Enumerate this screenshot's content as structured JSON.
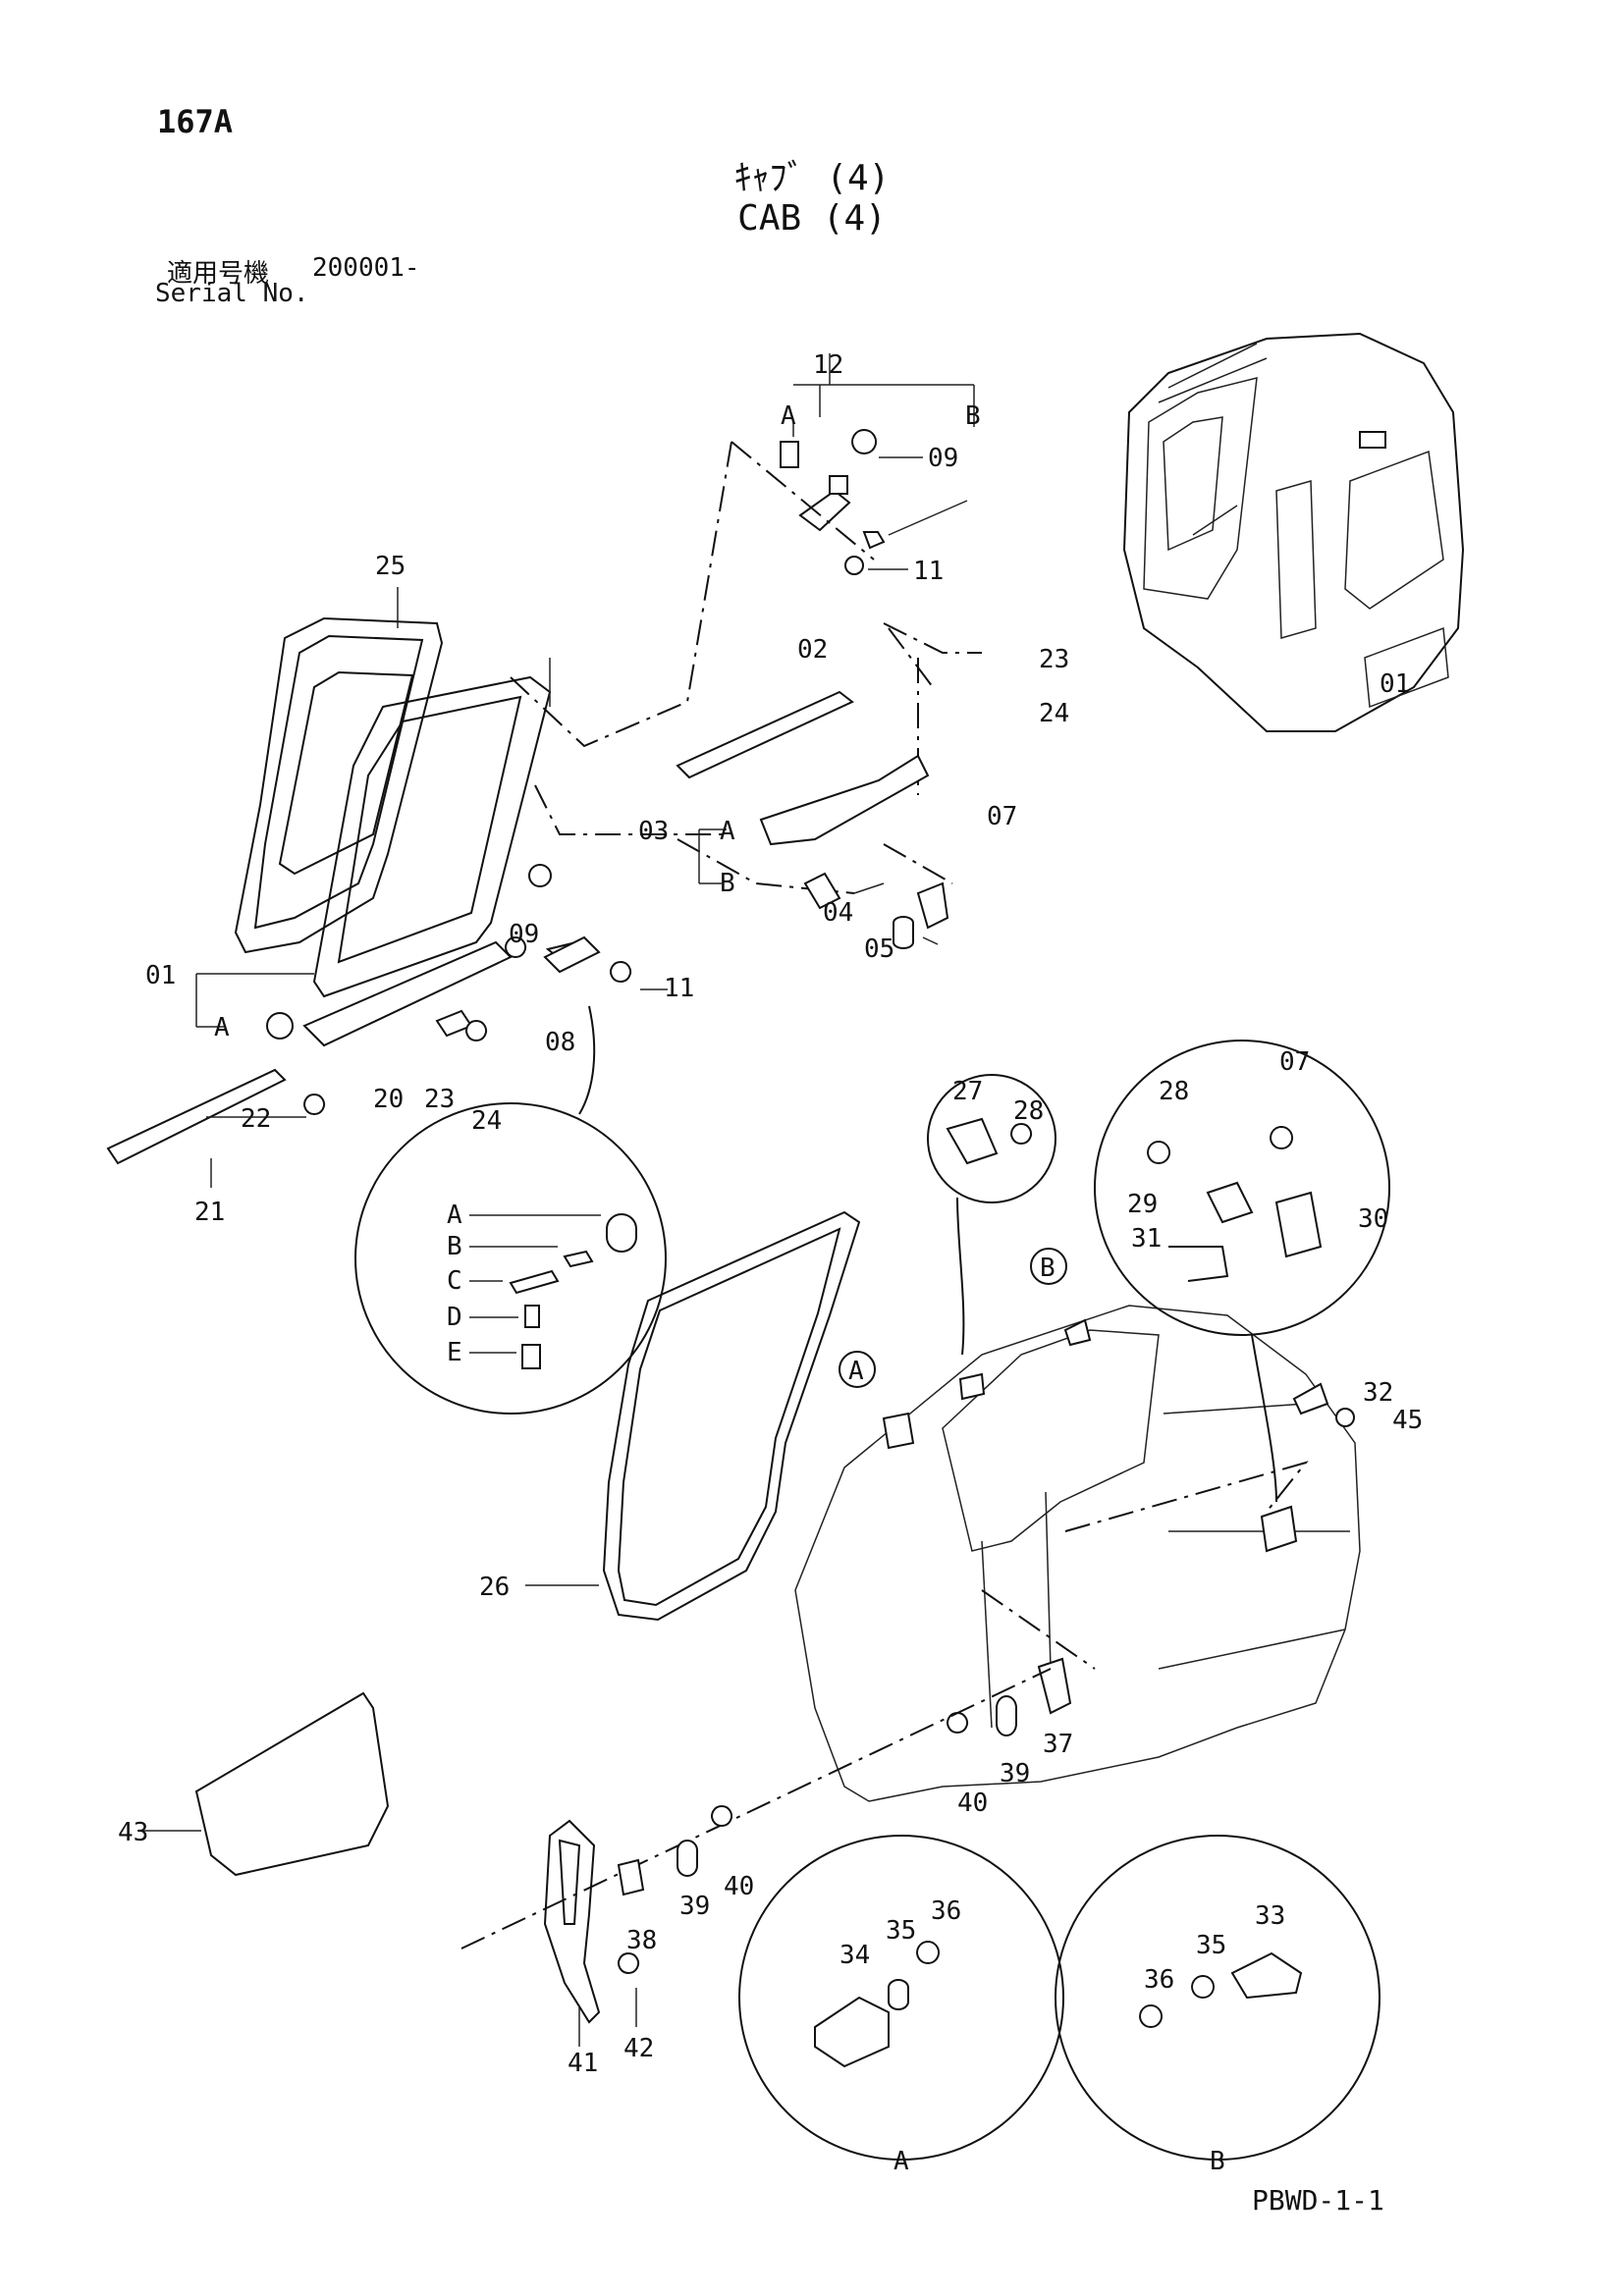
{
  "header": {
    "page_code": "167A",
    "title_jp": "ｷｬﾌﾞ (4)",
    "title_en": "CAB (4)",
    "serial_label_jp": "適用号機",
    "serial_value": "200001-",
    "serial_label_en": "Serial No."
  },
  "footer": {
    "doc_code": "PBWD-1-1"
  },
  "callouts": {
    "c12": "12",
    "c09a": "09",
    "c11a": "11",
    "cA1": "A",
    "cB1": "B",
    "c25": "25",
    "c02": "02",
    "c23a": "23",
    "c24a": "24",
    "c07a": "07",
    "c03": "03",
    "cA2": "A",
    "cB2": "B",
    "c04": "04",
    "c05": "05",
    "c01": "01",
    "cA3": "A",
    "c09b": "09",
    "c11b": "11",
    "c08": "08",
    "c20": "20",
    "c23b": "23",
    "c24b": "24",
    "c22": "22",
    "c21": "21",
    "dA": "A",
    "dB": "B",
    "dC": "C",
    "dD": "D",
    "dE": "E",
    "c27": "27",
    "c28a": "28",
    "c28b": "28",
    "c07b": "07",
    "c29": "29",
    "c30": "30",
    "c31": "31",
    "c32": "32",
    "c45": "45",
    "mA": "A",
    "mB": "B",
    "c26": "26",
    "c37": "37",
    "c39a": "39",
    "c40a": "40",
    "c43": "43",
    "c38": "38",
    "c39b": "39",
    "c40b": "40",
    "c41": "41",
    "c42": "42",
    "c34": "34",
    "c35a": "35",
    "c36a": "36",
    "c36b": "36",
    "c35b": "35",
    "c33": "33",
    "vA": "A",
    "vB": "B"
  }
}
